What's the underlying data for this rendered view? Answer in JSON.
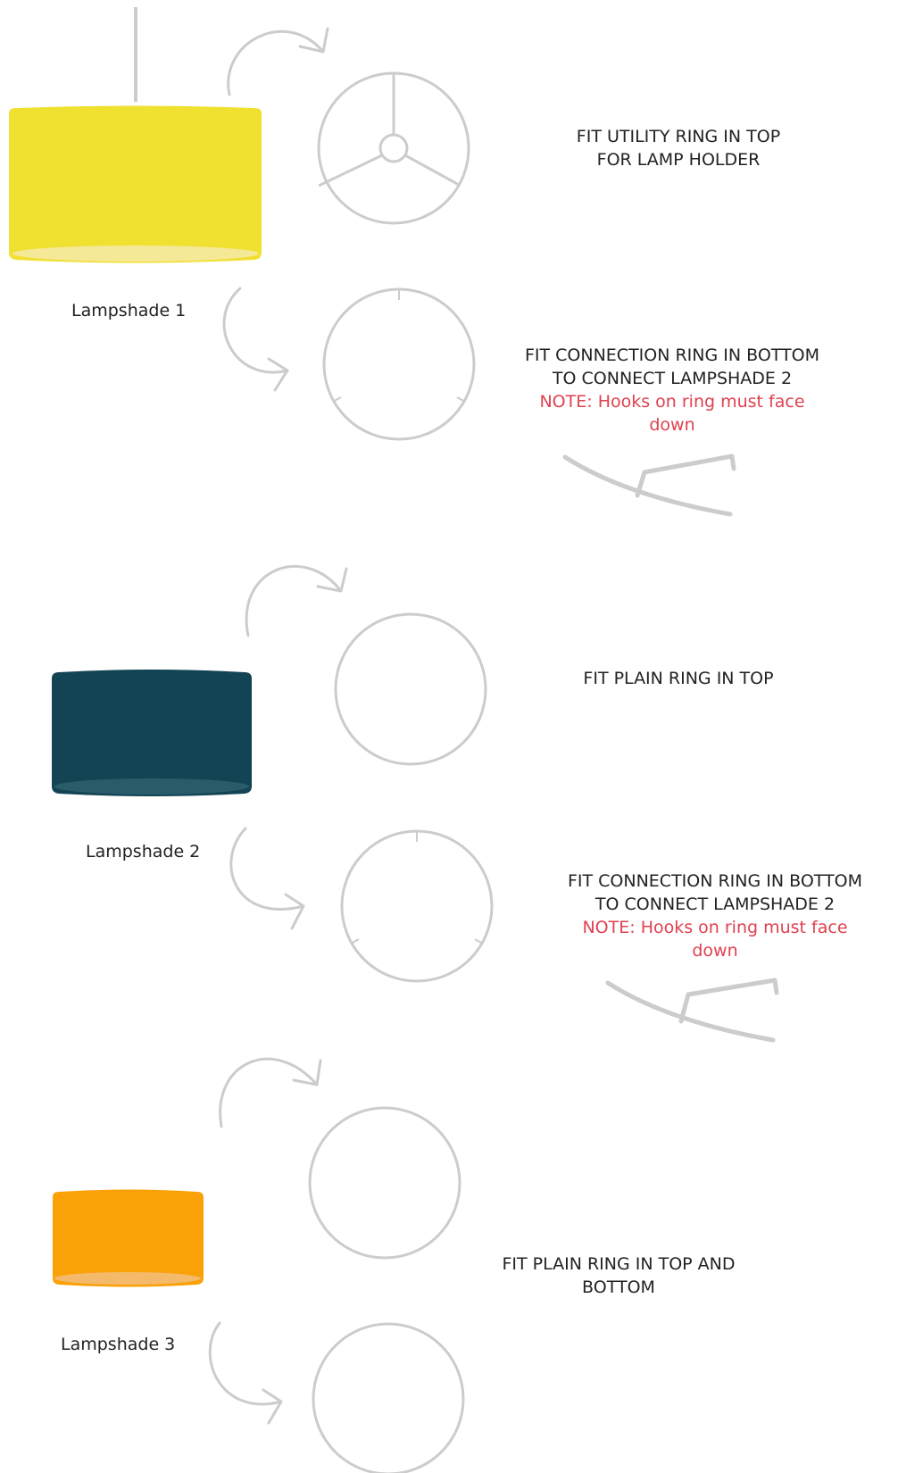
{
  "colors": {
    "stroke": "#cccccc",
    "note_text": "#e0414f",
    "lampshade_1": "#f0e030",
    "lampshade_2": "#134454",
    "lampshade_3": "#fba108"
  },
  "lampshades": [
    {
      "label": "Lampshade 1",
      "color": "#f0e030"
    },
    {
      "label": "Lampshade 2",
      "color": "#134454"
    },
    {
      "label": "Lampshade 3",
      "color": "#fba108"
    }
  ],
  "steps": [
    {
      "line1": "FIT UTILITY RING IN TOP",
      "line2": "FOR LAMP HOLDER",
      "ring": "utility-ring"
    },
    {
      "line1": "FIT CONNECTION RING IN BOTTOM",
      "line2": "TO CONNECT LAMPSHADE 2",
      "note": "NOTE: Hooks on ring must face down",
      "ring": "connection-ring"
    },
    {
      "line1": "FIT PLAIN RING IN TOP",
      "ring": "plain-ring"
    },
    {
      "line1": "FIT CONNECTION RING IN BOTTOM",
      "line2": "TO CONNECT LAMPSHADE 2",
      "note": "NOTE: Hooks on ring must face down",
      "ring": "connection-ring"
    },
    {
      "line1": "FIT PLAIN RING IN TOP AND",
      "line2": "BOTTOM",
      "ring": "plain-ring"
    }
  ]
}
